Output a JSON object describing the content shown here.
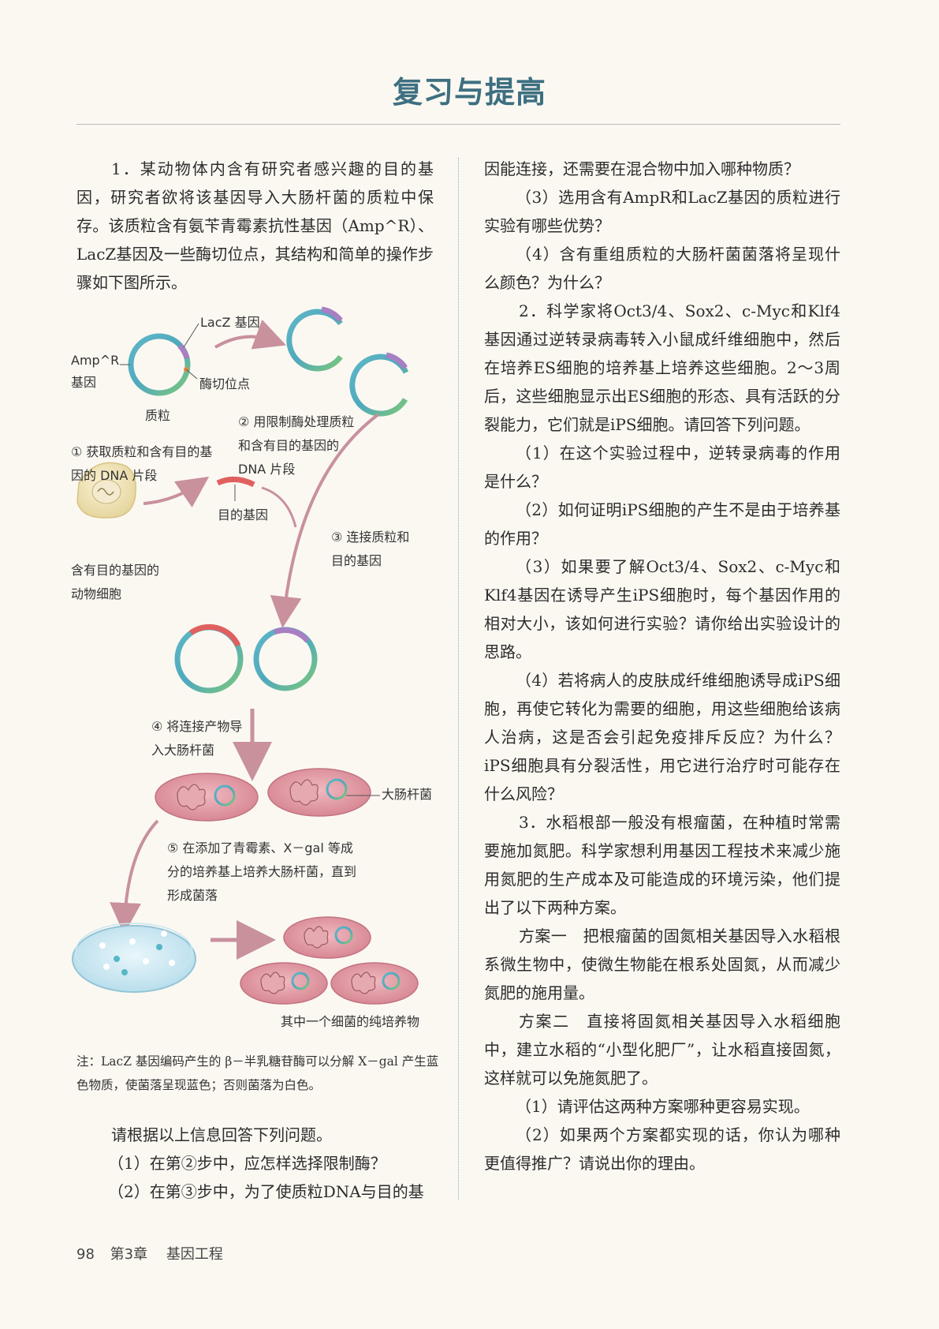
{
  "page_title": "复习与提高",
  "left_column": {
    "q1_intro": "1．某动物体内含有研究者感兴趣的目的基因，研究者欲将该基因导入大肠杆菌的质粒中保存。该质粒含有氨苄青霉素抗性基因（Amp^R）、LacZ基因及一些酶切位点，其结构和简单的操作步骤如下图所示。",
    "prompt": "请根据以上信息回答下列问题。",
    "q1_1": "（1）在第②步中，应怎样选择限制酶？",
    "q1_2": "（2）在第③步中，为了使质粒DNA与目的基"
  },
  "diagram": {
    "lacz_label": "LacZ 基因",
    "ampr_label": "Amp^R",
    "ampr_sub": "基因",
    "cut_site_label": "酶切位点",
    "plasmid_label": "质粒",
    "step1": "① 获取质粒和含有目的基因的 DNA 片段",
    "step2": "② 用限制酶处理质粒和含有目的基因的 DNA 片段",
    "step3": "③ 连接质粒和目的基因",
    "target_gene_label": "目的基因",
    "animal_cell_label": "含有目的基因的动物细胞",
    "step4": "④ 将连接产物导入大肠杆菌",
    "ecoli_label": "大肠杆菌",
    "step5": "⑤ 在添加了青霉素、X－gal 等成分的培养基上培养大肠杆菌，直到形成菌落",
    "pure_culture_label": "其中一个细菌的纯培养物"
  },
  "note": "注：LacZ 基因编码产生的 β－半乳糖苷酶可以分解 X－gal 产生蓝色物质，使菌落呈现蓝色；否则菌落为白色。",
  "right_column": {
    "q1_2_cont": "因能连接，还需要在混合物中加入哪种物质？",
    "q1_3": "（3）选用含有AmpR和LacZ基因的质粒进行实验有哪些优势？",
    "q1_4": "（4）含有重组质粒的大肠杆菌菌落将呈现什么颜色？为什么？",
    "q2_intro": "2．科学家将Oct3/4、Sox2、c-Myc和Klf4基因通过逆转录病毒转入小鼠成纤维细胞中，然后在培养ES细胞的培养基上培养这些细胞。2～3周后，这些细胞显示出ES细胞的形态、具有活跃的分裂能力，它们就是iPS细胞。请回答下列问题。",
    "q2_1": "（1）在这个实验过程中，逆转录病毒的作用是什么？",
    "q2_2": "（2）如何证明iPS细胞的产生不是由于培养基的作用？",
    "q2_3": "（3）如果要了解Oct3/4、Sox2、c-Myc和Klf4基因在诱导产生iPS细胞时，每个基因作用的相对大小，该如何进行实验？请你给出实验设计的思路。",
    "q2_4": "（4）若将病人的皮肤成纤维细胞诱导成iPS细胞，再使它转化为需要的细胞，用这些细胞给该病人治病，这是否会引起免疫排斥反应？为什么？iPS细胞具有分裂活性，用它进行治疗时可能存在什么风险？",
    "q3_intro": "3．水稻根部一般没有根瘤菌，在种植时常需要施加氮肥。科学家想利用基因工程技术来减少施用氮肥的生产成本及可能造成的环境污染，他们提出了以下两种方案。",
    "plan1": "方案一　把根瘤菌的固氮相关基因导入水稻根系微生物中，使微生物能在根系处固氮，从而减少氮肥的施用量。",
    "plan2": "方案二　直接将固氮相关基因导入水稻细胞中，建立水稻的“小型化肥厂”，让水稻直接固氮，这样就可以免施氮肥了。",
    "q3_1": "（1）请评估这两种方案哪种更容易实现。",
    "q3_2": "（2）如果两个方案都实现的话，你认为哪种更值得推广？请说出你的理由。"
  },
  "footer": {
    "page_number": "98",
    "chapter": "第3章",
    "chapter_title": "基因工程"
  }
}
